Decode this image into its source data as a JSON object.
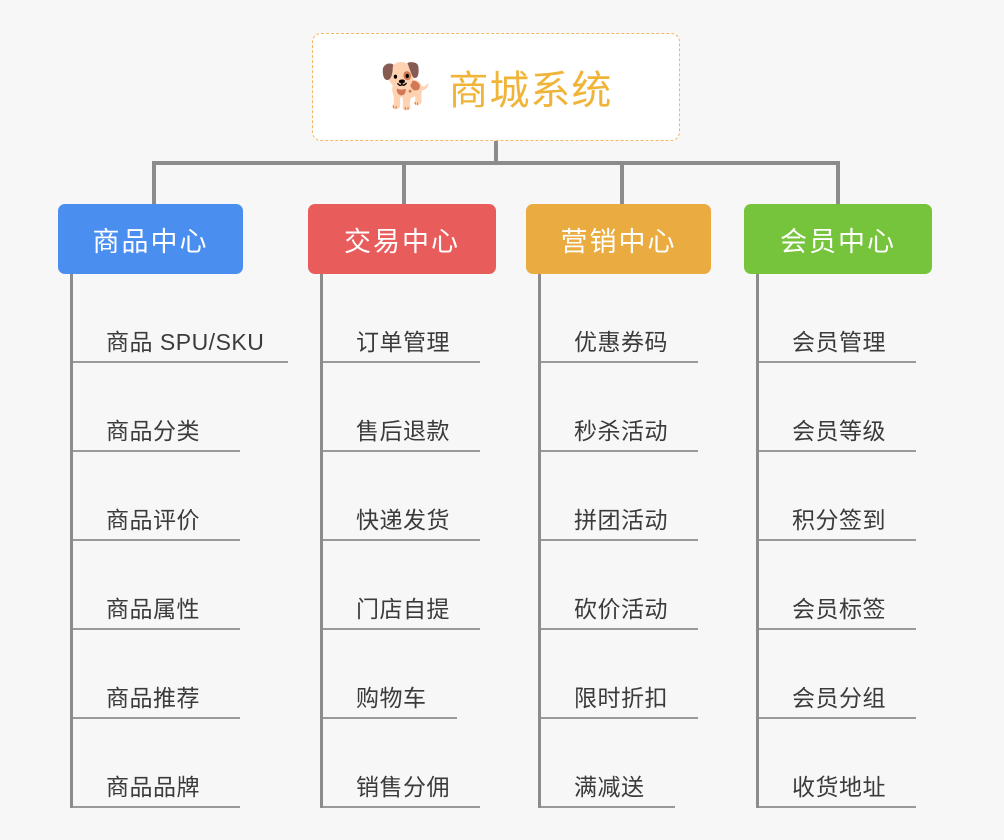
{
  "root": {
    "icon": "shiba-dog-emoji",
    "icon_glyph": "🐕",
    "title": "商城系统",
    "border_color": "#f0b862",
    "text_color": "#f0b439"
  },
  "colors": {
    "background": "#f7f7f7",
    "connector": "#8c8c8c",
    "item_text": "#3b3b3b",
    "item_rule": "#9a9a9a"
  },
  "columns": [
    {
      "title": "商品中心",
      "color": "#4a8ef0",
      "items": [
        "商品 SPU/SKU",
        "商品分类",
        "商品评价",
        "商品属性",
        "商品推荐",
        "商品品牌"
      ]
    },
    {
      "title": "交易中心",
      "color": "#e85c5c",
      "items": [
        "订单管理",
        "售后退款",
        "快递发货",
        "门店自提",
        "购物车",
        "销售分佣"
      ]
    },
    {
      "title": "营销中心",
      "color": "#eaac40",
      "items": [
        "优惠券码",
        "秒杀活动",
        "拼团活动",
        "砍价活动",
        "限时折扣",
        "满减送"
      ]
    },
    {
      "title": "会员中心",
      "color": "#76c43c",
      "items": [
        "会员管理",
        "会员等级",
        "积分签到",
        "会员标签",
        "会员分组",
        "收货地址"
      ]
    }
  ]
}
